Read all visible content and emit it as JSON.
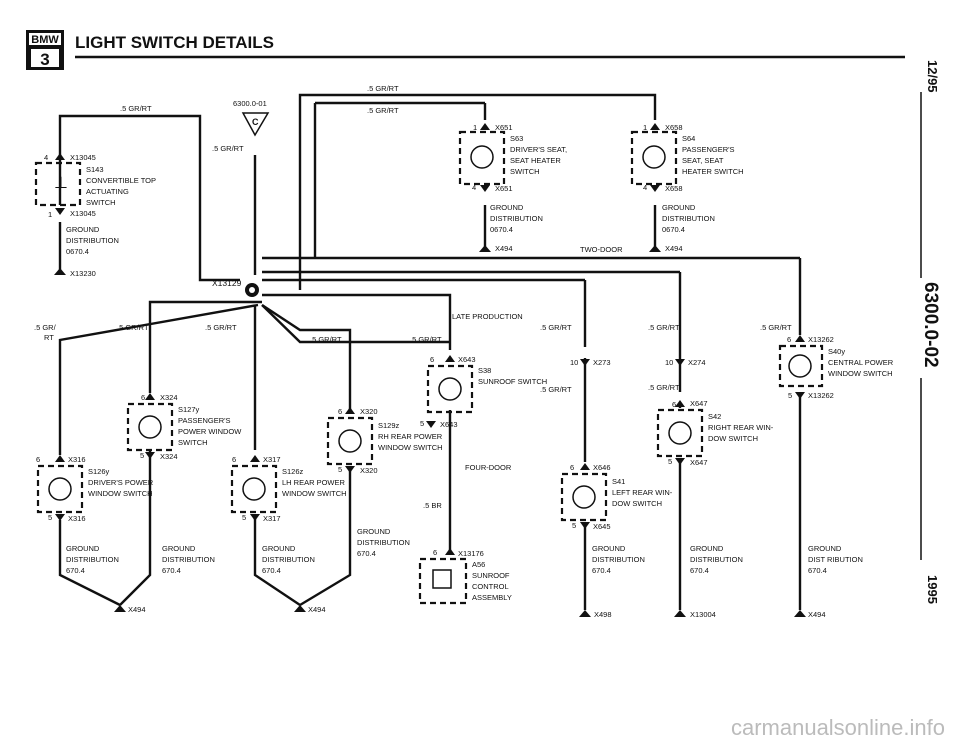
{
  "header": {
    "logo_text": "BMW",
    "logo_series": "3",
    "title": "LIGHT SWITCH DETAILS"
  },
  "side": {
    "date": "12/95",
    "page": "6300.0-02",
    "year": "1995"
  },
  "watermark": "carmanualsonline.info",
  "splice": {
    "x13129": "X13129",
    "ref_6300": "6300.0-01"
  },
  "wires": {
    "gr_rt": ".5 GR/RT",
    "gr_rt_cut": ".5 GR/",
    "rt": "RT",
    "br": ".5 BR",
    "late": "LATE PRODUCTION",
    "two_door": "TWO-DOOR",
    "four_door": "FOUR-DOOR"
  },
  "ground": {
    "l1": "GROUND",
    "l2": "DISTRIBUTION",
    "l2b": "DIST RIBUTION",
    "ref": "0670.4",
    "ref2": "670.4"
  },
  "components": {
    "s143": {
      "top_pin": "4",
      "top_conn": "X13045",
      "name": "S143",
      "d1": "CONVERTIBLE TOP",
      "d2": "ACTUATING",
      "d3": "SWITCH",
      "bot_pin": "1",
      "bot_conn": "X13045",
      "gnd": "X13230"
    },
    "s63": {
      "top_pin": "1",
      "top_conn": "X651",
      "name": "S63",
      "d1": "DRIVER'S SEAT,",
      "d2": "SEAT HEATER",
      "d3": "SWITCH",
      "bot_pin": "4",
      "bot_conn": "X651",
      "gnd": "X494"
    },
    "s64": {
      "top_pin": "1",
      "top_conn": "X658",
      "name": "S64",
      "d1": "PASSENGER'S",
      "d2": "SEAT, SEAT",
      "d3": "HEATER SWITCH",
      "bot_pin": "4",
      "bot_conn": "X658",
      "gnd": "X494"
    },
    "s127y": {
      "top_pin": "6",
      "top_conn": "X324",
      "name": "S127y",
      "d1": "PASSENGER'S",
      "d2": "POWER WINDOW",
      "d3": "SWITCH",
      "bot_pin": "5",
      "bot_conn": "X324"
    },
    "s126y": {
      "top_pin": "6",
      "top_conn": "X316",
      "name": "S126y",
      "d1": "DRIVER'S POWER",
      "d2": "WINDOW SWITCH",
      "bot_pin": "5",
      "bot_conn": "X316",
      "gnd": "X494"
    },
    "s126z": {
      "top_pin": "6",
      "top_conn": "X317",
      "name": "S126z",
      "d1": "LH REAR POWER",
      "d2": "WINDOW SWITCH",
      "bot_pin": "5",
      "bot_conn": "X317",
      "gnd": "X494"
    },
    "s129z": {
      "top_pin": "6",
      "top_conn": "X320",
      "name": "S129z",
      "pin5": "5",
      "conn5": "X643",
      "d1": "RH REAR POWER",
      "d2": "WINDOW SWITCH",
      "bot_pin": "5",
      "bot_conn": "X320"
    },
    "s38": {
      "top_pin": "6",
      "top_conn": "X643",
      "name": "S38",
      "d1": "SUNROOF SWITCH"
    },
    "a56": {
      "top_pin": "6",
      "top_conn": "X13176",
      "name": "A56",
      "d1": "SUNROOF",
      "d2": "CONTROL",
      "d3": "ASSEMBLY"
    },
    "s41": {
      "top_pin": "6",
      "top_conn": "X646",
      "name": "S41",
      "d1": "LEFT REAR WIN-",
      "d2": "DOW SWITCH",
      "bot_pin": "5",
      "bot_conn": "X645",
      "gnd": "X498"
    },
    "s42": {
      "top_pin": "6",
      "top_conn": "X647",
      "name": "S42",
      "d1": "RIGHT REAR WIN-",
      "d2": "DOW SWITCH",
      "bot_pin": "5",
      "bot_conn": "X647",
      "gnd": "X13004"
    },
    "s40y": {
      "top_pin": "6",
      "top_conn": "X13262",
      "name": "S40y",
      "d1": "CENTRAL POWER",
      "d2": "WINDOW SWITCH",
      "bot_pin": "5",
      "bot_conn": "X13262",
      "gnd": "X494"
    }
  },
  "pins": {
    "p10": "10",
    "x273": "X273",
    "x274": "X274"
  }
}
